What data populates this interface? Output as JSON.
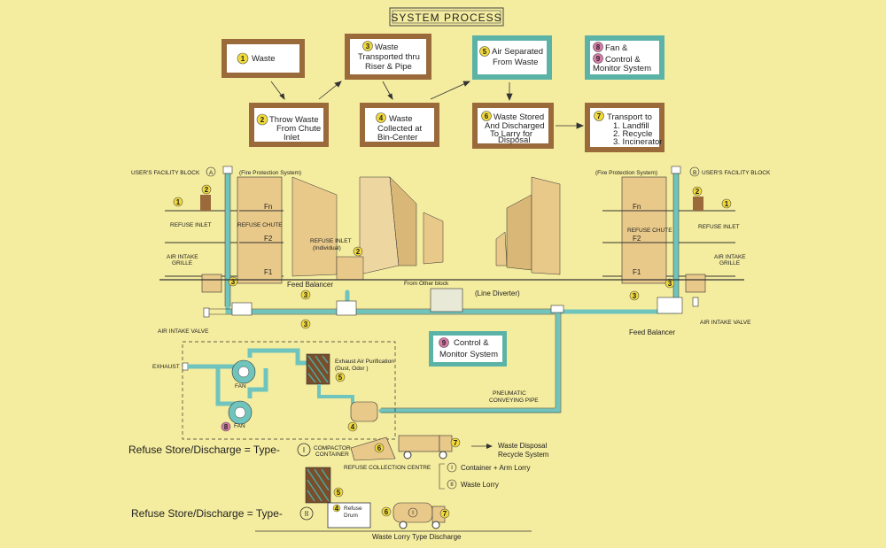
{
  "title": "SYSTEM PROCESS",
  "steps": [
    {
      "num": "1",
      "lines": [
        "Waste"
      ]
    },
    {
      "num": "2",
      "lines": [
        "Throw Waste",
        "From Chute",
        "Inlet"
      ]
    },
    {
      "num": "3",
      "lines": [
        "Waste",
        "Transported thru",
        "Riser & Pipe"
      ]
    },
    {
      "num": "4",
      "lines": [
        "Waste",
        "Collected at",
        "Bin-Center"
      ]
    },
    {
      "num": "5",
      "lines": [
        "Air Separated",
        "From Waste"
      ]
    },
    {
      "num": "6",
      "lines": [
        "Waste Stored",
        "And Discharged",
        "To Larry for",
        "Disposal"
      ]
    },
    {
      "num": "7",
      "lines": [
        "Transport to",
        "1. Landfill",
        "2. Recycle",
        "3. Incinerator"
      ]
    },
    {
      "num": "8",
      "num2": "9",
      "lines": [
        "Fan &",
        "Control &",
        "Monitor System"
      ]
    }
  ],
  "labels": {
    "users_block_a": "USER'S FACILITY BLOCK",
    "users_block_b": "USER'S FACILITY BLOCK",
    "letter_a": "A",
    "letter_b": "B",
    "fire_a": "(Fire Protection System)",
    "fire_b": "(Fire Protection System)",
    "refuse_inlet_l": "REFUSE INLET",
    "refuse_chute_l": "REFUSE CHUTE",
    "air_intake_grille_l1": "AIR INTAKE",
    "air_intake_grille_l2": "GRILLE",
    "refuse_inlet_r": "REFUSE INLET",
    "refuse_chute_r": "REFUSE CHUTE",
    "air_intake_grille_r1": "AIR INTAKE",
    "air_intake_grille_r2": "GRILLE",
    "fn_l": "Fn",
    "f2_l": "F2",
    "f1_l": "F1",
    "fn_r": "Fn",
    "f2_r": "F2",
    "f1_r": "F1",
    "refuse_inlet_ind1": "REFUSE INLET",
    "refuse_inlet_ind2": "(Individual)",
    "feed_balancer_l": "Feed Balancer",
    "feed_balancer_r": "Feed Balancer",
    "air_intake_valve_l": "AIR INTAKE VALVE",
    "air_intake_valve_r": "AIR INTAKE VALVE",
    "from_other_block": "From Other block",
    "line_diverter": "(Line Diverter)",
    "control_box_l1": "Control &",
    "control_box_l2": "Monitor System",
    "exhaust": "EXHAUST",
    "exhaust_purif1": "Exhaust Air Purification",
    "exhaust_purif2": "(Dust, Odor )",
    "fan1": "FAN",
    "fan2": "FAN",
    "pneumatic1": "PNEUMATIC",
    "pneumatic2": "CONVEYING PIPE",
    "compactor1": "COMPACTOR",
    "compactor2": "CONTAINER",
    "refuse_collection": "REFUSE COLLECTION CENTRE",
    "waste_disposal1": "Waste Disposal",
    "waste_disposal2": "Recycle System",
    "opt1": "Container + Arm Lorry",
    "opt2": "Waste Lorry",
    "refuse_drum1": "Refuse",
    "refuse_drum2": "Drum",
    "waste_lorry_type": "Waste Lorry Type Discharge",
    "type1": "Refuse Store/Discharge = Type-",
    "type2": "Refuse Store/Discharge = Type-",
    "roman1": "I",
    "roman2": "II",
    "opt_roman1": "I",
    "opt_roman2": "II"
  },
  "colors": {
    "background": "#f4ec9f",
    "box_border": "#9a6a3a",
    "box_border_teal": "#5bb3a8",
    "pipe": "#6fc4bd",
    "building": "#e9c98a",
    "number_badge": "#f1d93a",
    "control_badge": "#d77aa8"
  }
}
